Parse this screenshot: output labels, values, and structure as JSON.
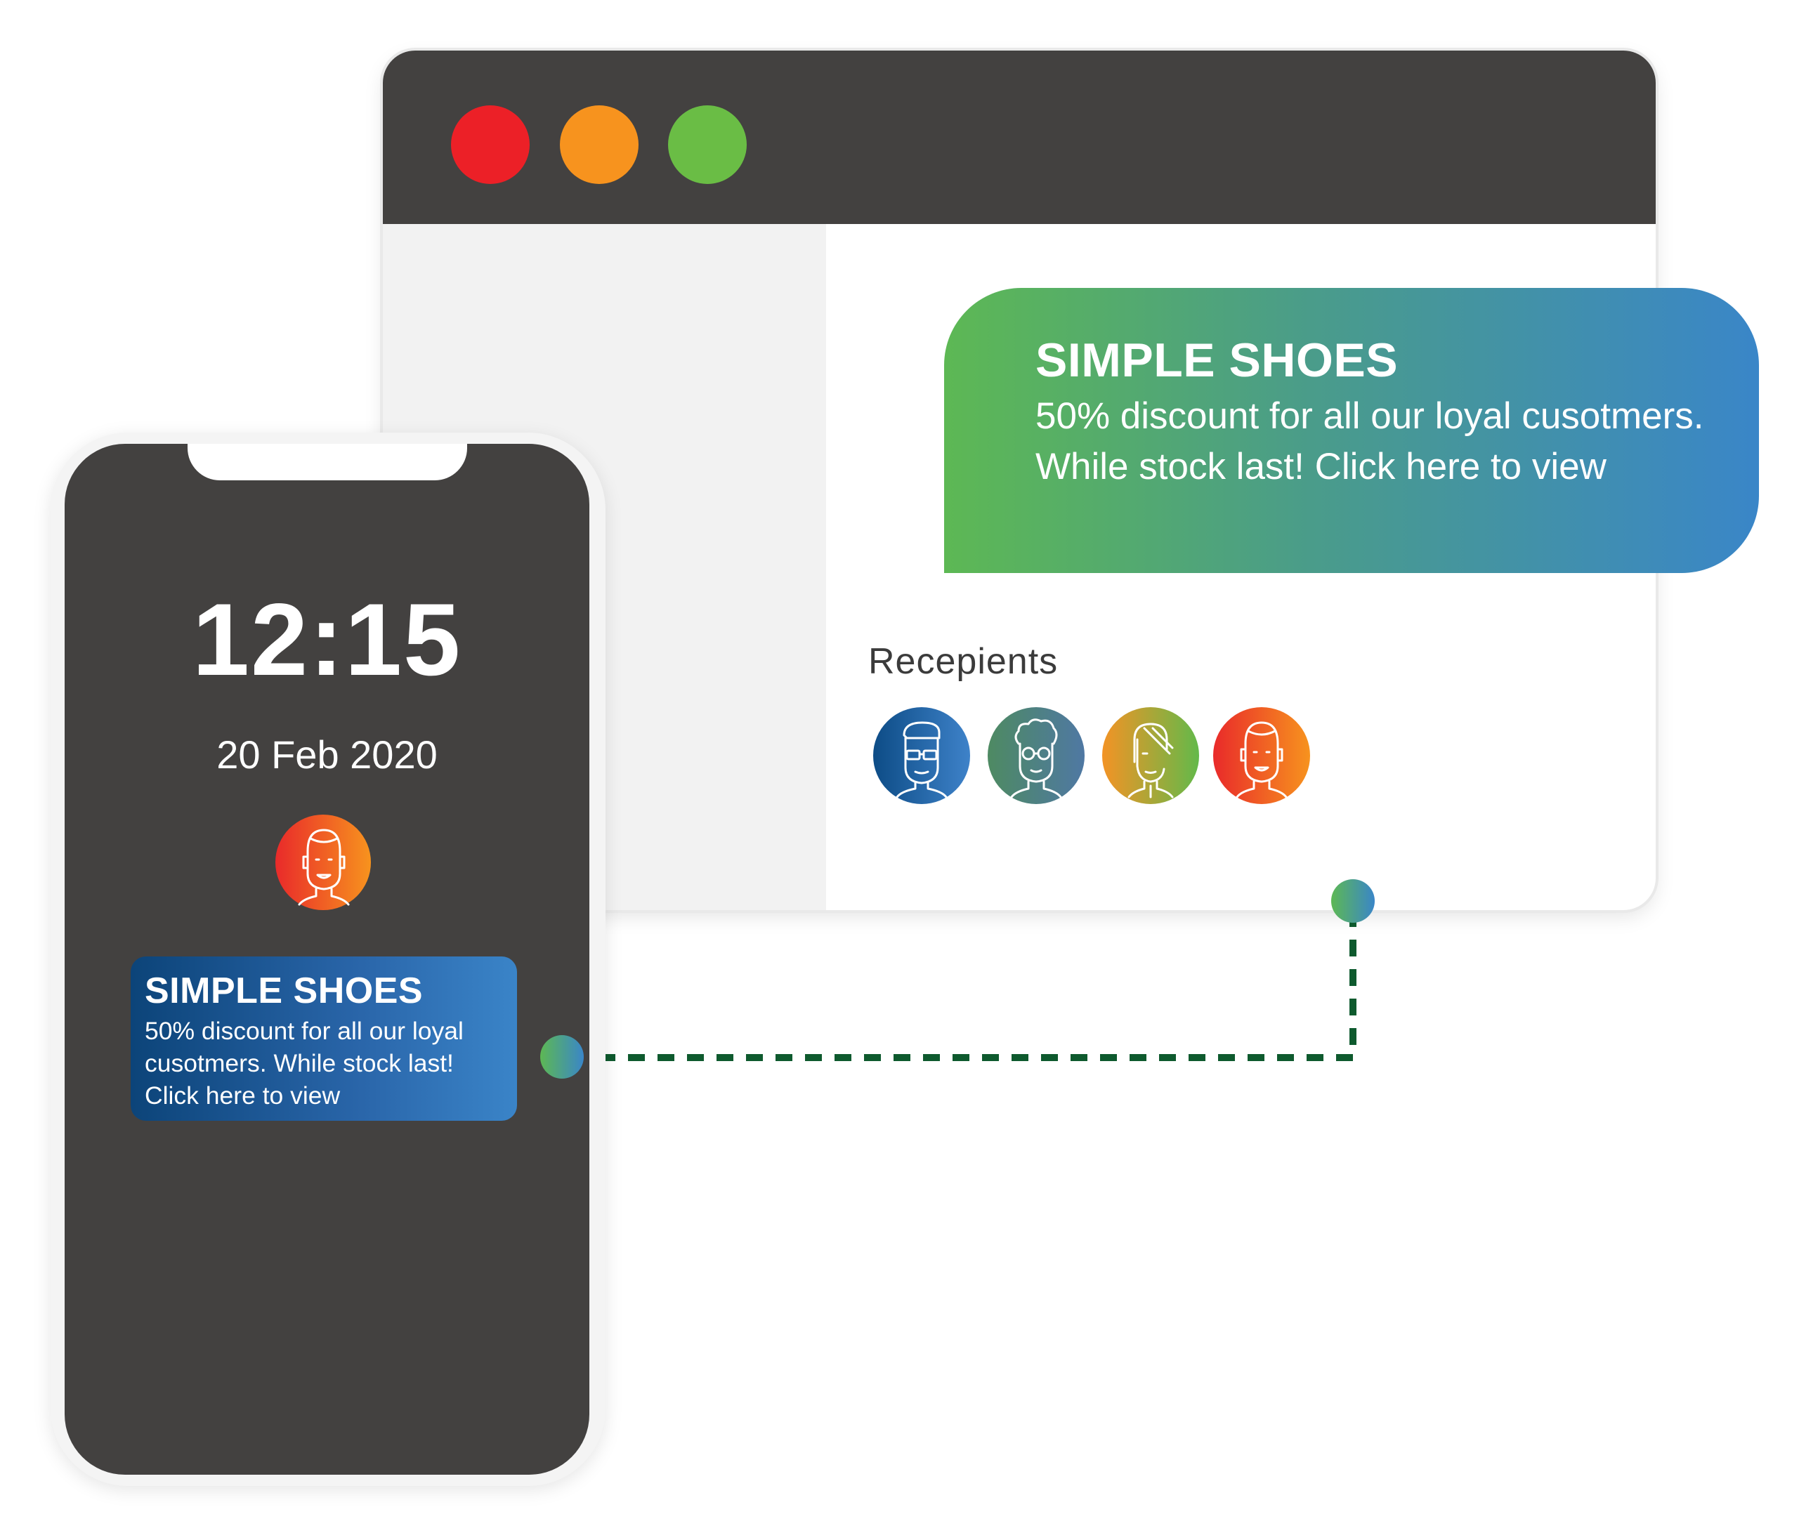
{
  "browser": {
    "window_controls": [
      {
        "name": "close",
        "color": "#ec2027"
      },
      {
        "name": "minimize",
        "color": "#f7931e"
      },
      {
        "name": "maximize",
        "color": "#6abd45"
      }
    ],
    "notification": {
      "title": "SIMPLE SHOES",
      "body": "50% discount for all our loyal cusotmers. While stock last! Click here to view"
    },
    "recipients": {
      "label": "Recepients",
      "avatars": [
        {
          "icon": "man-with-glasses-avatar-icon",
          "gradient": [
            "#0d4c86",
            "#3e82c9"
          ]
        },
        {
          "icon": "curly-hair-glasses-avatar-icon",
          "gradient": [
            "#4e8a62",
            "#4f78a3"
          ]
        },
        {
          "icon": "woman-with-bangs-avatar-icon",
          "gradient": [
            "#f39325",
            "#63b94a"
          ]
        },
        {
          "icon": "smiling-man-avatar-icon",
          "gradient": [
            "#e92a2a",
            "#f7931e"
          ]
        }
      ]
    }
  },
  "connector": {
    "style": "dashed",
    "color": "#0e5a2e"
  },
  "phone": {
    "time": "12:15",
    "date": "20 Feb 2020",
    "avatar_icon": "smiling-man-avatar-icon",
    "notification": {
      "title": "SIMPLE SHOES",
      "body": "50% discount for all our loyal cusotmers. While stock last! Click here to view"
    }
  },
  "colors": {
    "dark_frame": "#434140",
    "sidebar": "#f2f2f2",
    "bubble_gradient": [
      "#5db854",
      "#3a86c8"
    ],
    "card_gradient": [
      "#0c4479",
      "#3a84c8"
    ]
  }
}
